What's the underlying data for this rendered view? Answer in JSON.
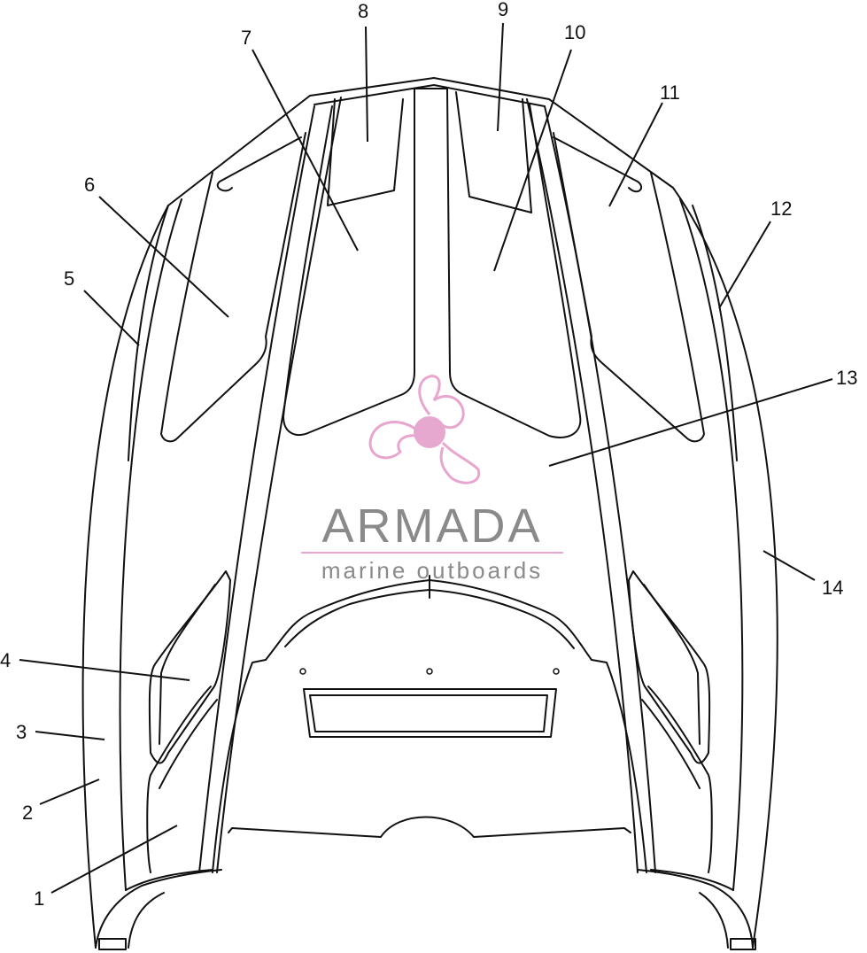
{
  "watermark": {
    "brand": "ARMADA",
    "tagline": "marine outboards",
    "logo_color": "#e8a6cf",
    "logo_fill": "#e7a8d0",
    "text_color": "#8a8a8a"
  },
  "callouts": [
    {
      "id": "1",
      "label": "1"
    },
    {
      "id": "2",
      "label": "2"
    },
    {
      "id": "3",
      "label": "3"
    },
    {
      "id": "4",
      "label": "4"
    },
    {
      "id": "5",
      "label": "5"
    },
    {
      "id": "6",
      "label": "6"
    },
    {
      "id": "7",
      "label": "7"
    },
    {
      "id": "8",
      "label": "8"
    },
    {
      "id": "9",
      "label": "9"
    },
    {
      "id": "10",
      "label": "10"
    },
    {
      "id": "11",
      "label": "11"
    },
    {
      "id": "12",
      "label": "12"
    },
    {
      "id": "13",
      "label": "13"
    },
    {
      "id": "14",
      "label": "14"
    }
  ]
}
